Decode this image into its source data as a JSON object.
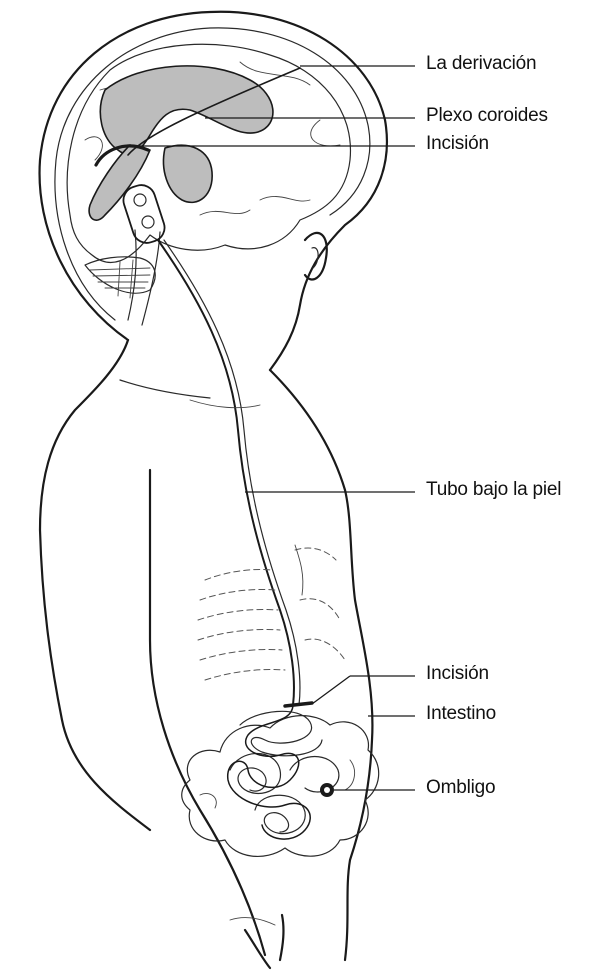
{
  "labels": {
    "shunt": "La derivación",
    "choroid_plexus": "Plexo coroides",
    "head_incision": "Incisión",
    "tube_under_skin": "Tubo bajo la piel",
    "abdomen_incision": "Incisión",
    "intestine": "Intestino",
    "navel": "Ombligo"
  },
  "colors": {
    "line": "#1a1a1a",
    "ventricle_fill": "#bdbdbd",
    "background": "#ffffff"
  }
}
